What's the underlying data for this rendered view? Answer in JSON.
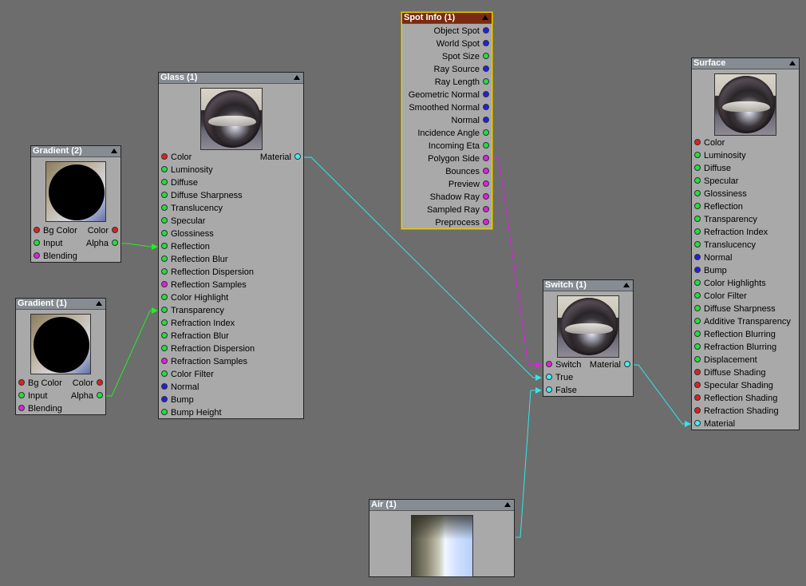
{
  "colors": {
    "connection_green": "#22ee22",
    "connection_cyan": "#33e6e6",
    "connection_magenta": "#e020e0",
    "background": "#6d6d6d"
  },
  "nodes": {
    "gradient2": {
      "title": "Gradient (2)",
      "inputs": [
        {
          "label": "Bg Color",
          "color": "red"
        },
        {
          "label": "Input",
          "color": "green"
        },
        {
          "label": "Blending",
          "color": "mag"
        }
      ],
      "outputs": [
        {
          "label": "Color",
          "color": "red"
        },
        {
          "label": "Alpha",
          "color": "green"
        }
      ]
    },
    "gradient1": {
      "title": "Gradient (1)",
      "inputs": [
        {
          "label": "Bg Color",
          "color": "red"
        },
        {
          "label": "Input",
          "color": "green"
        },
        {
          "label": "Blending",
          "color": "mag"
        }
      ],
      "outputs": [
        {
          "label": "Color",
          "color": "red"
        },
        {
          "label": "Alpha",
          "color": "green"
        }
      ]
    },
    "glass": {
      "title": "Glass (1)",
      "output": {
        "label": "Material",
        "color": "cyan"
      },
      "inputs": [
        {
          "label": "Color",
          "color": "red"
        },
        {
          "label": "Luminosity",
          "color": "green"
        },
        {
          "label": "Diffuse",
          "color": "green"
        },
        {
          "label": "Diffuse Sharpness",
          "color": "green"
        },
        {
          "label": "Translucency",
          "color": "green"
        },
        {
          "label": "Specular",
          "color": "green"
        },
        {
          "label": "Glossiness",
          "color": "green"
        },
        {
          "label": "Reflection",
          "color": "green"
        },
        {
          "label": "Reflection Blur",
          "color": "green"
        },
        {
          "label": "Reflection Dispersion",
          "color": "green"
        },
        {
          "label": "Reflection Samples",
          "color": "mag"
        },
        {
          "label": "Color Highlight",
          "color": "green"
        },
        {
          "label": "Transparency",
          "color": "green"
        },
        {
          "label": "Refraction Index",
          "color": "green"
        },
        {
          "label": "Refraction Blur",
          "color": "green"
        },
        {
          "label": "Refraction Dispersion",
          "color": "green"
        },
        {
          "label": "Refraction Samples",
          "color": "mag"
        },
        {
          "label": "Color Filter",
          "color": "green"
        },
        {
          "label": "Normal",
          "color": "blue"
        },
        {
          "label": "Bump",
          "color": "blue"
        },
        {
          "label": "Bump Height",
          "color": "green"
        }
      ]
    },
    "spotinfo": {
      "title": "Spot Info (1)",
      "outputs": [
        {
          "label": "Object Spot",
          "color": "blue"
        },
        {
          "label": "World Spot",
          "color": "blue"
        },
        {
          "label": "Spot Size",
          "color": "green"
        },
        {
          "label": "Ray Source",
          "color": "blue"
        },
        {
          "label": "Ray Length",
          "color": "green"
        },
        {
          "label": "Geometric Normal",
          "color": "blue"
        },
        {
          "label": "Smoothed Normal",
          "color": "blue"
        },
        {
          "label": "Normal",
          "color": "blue"
        },
        {
          "label": "Incidence Angle",
          "color": "green"
        },
        {
          "label": "Incoming Eta",
          "color": "green"
        },
        {
          "label": "Polygon Side",
          "color": "mag"
        },
        {
          "label": "Bounces",
          "color": "mag"
        },
        {
          "label": "Preview",
          "color": "mag"
        },
        {
          "label": "Shadow Ray",
          "color": "mag"
        },
        {
          "label": "Sampled Ray",
          "color": "mag"
        },
        {
          "label": "Preprocess",
          "color": "mag"
        }
      ]
    },
    "switch": {
      "title": "Switch (1)",
      "inputs": [
        {
          "label": "Switch",
          "color": "mag"
        },
        {
          "label": "True",
          "color": "cyan"
        },
        {
          "label": "False",
          "color": "cyan"
        }
      ],
      "output": {
        "label": "Material",
        "color": "cyan"
      }
    },
    "surface": {
      "title": "Surface",
      "inputs": [
        {
          "label": "Color",
          "color": "red"
        },
        {
          "label": "Luminosity",
          "color": "green"
        },
        {
          "label": "Diffuse",
          "color": "green"
        },
        {
          "label": "Specular",
          "color": "green"
        },
        {
          "label": "Glossiness",
          "color": "green"
        },
        {
          "label": "Reflection",
          "color": "green"
        },
        {
          "label": "Transparency",
          "color": "green"
        },
        {
          "label": "Refraction Index",
          "color": "green"
        },
        {
          "label": "Translucency",
          "color": "green"
        },
        {
          "label": "Normal",
          "color": "blue"
        },
        {
          "label": "Bump",
          "color": "blue"
        },
        {
          "label": "Color Highlights",
          "color": "green"
        },
        {
          "label": "Color Filter",
          "color": "green"
        },
        {
          "label": "Diffuse Sharpness",
          "color": "green"
        },
        {
          "label": "Additive Transparency",
          "color": "green"
        },
        {
          "label": "Reflection Blurring",
          "color": "green"
        },
        {
          "label": "Refraction Blurring",
          "color": "green"
        },
        {
          "label": "Displacement",
          "color": "green"
        },
        {
          "label": "Diffuse Shading",
          "color": "red"
        },
        {
          "label": "Specular Shading",
          "color": "red"
        },
        {
          "label": "Reflection Shading",
          "color": "red"
        },
        {
          "label": "Refraction Shading",
          "color": "red"
        },
        {
          "label": "Material",
          "color": "cyan"
        }
      ]
    },
    "air": {
      "title": "Air (1)"
    }
  }
}
